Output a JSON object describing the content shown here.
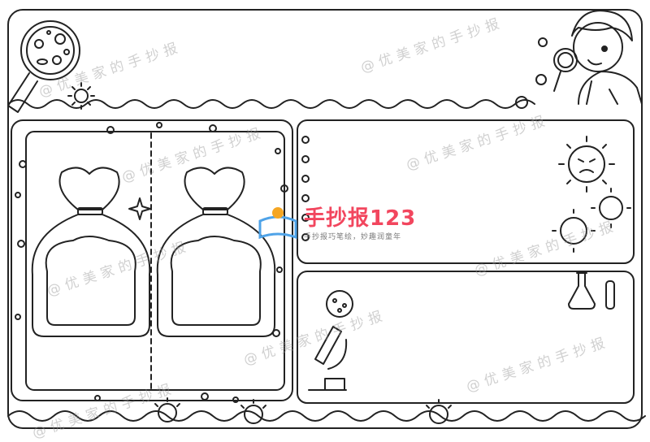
{
  "watermark": {
    "text": "@优美家的手抄报"
  },
  "logo": {
    "name": "手抄报123",
    "slogan": "手抄报巧笔绘，妙趣润童年",
    "colors": {
      "text": "#f2465e",
      "mark_blue": "#4fa3e8",
      "mark_orange": "#f5a623"
    }
  }
}
